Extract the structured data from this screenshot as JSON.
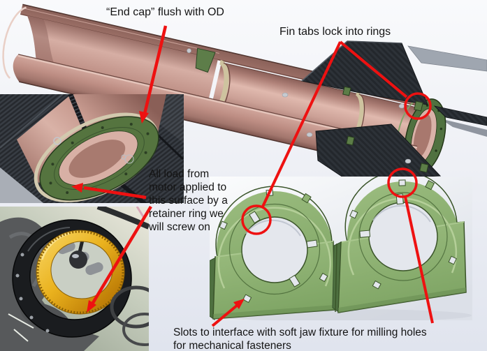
{
  "labels": {
    "end_cap": "“End cap” flush with OD",
    "fin_tabs": "Fin tabs lock into rings",
    "load_note": {
      "lines": [
        "All load from",
        "motor applied to",
        "this surface by a",
        "retainer ring we",
        "will screw on"
      ]
    },
    "slots_note": {
      "lines": [
        "Slots to interface with soft jaw fixture for milling holes",
        "for mechanical fasteners"
      ]
    }
  },
  "colors": {
    "annotation_red": "#ee1111",
    "airframe_salmon": "#c59187",
    "centering_ring_green": "#8fb374",
    "end_ring_green": "#507140",
    "fin_carbon": "#23272c",
    "retainer_gold": "#e8a81f",
    "background_top": "#f9fafc",
    "background_bottom": "#e0e4ee"
  }
}
